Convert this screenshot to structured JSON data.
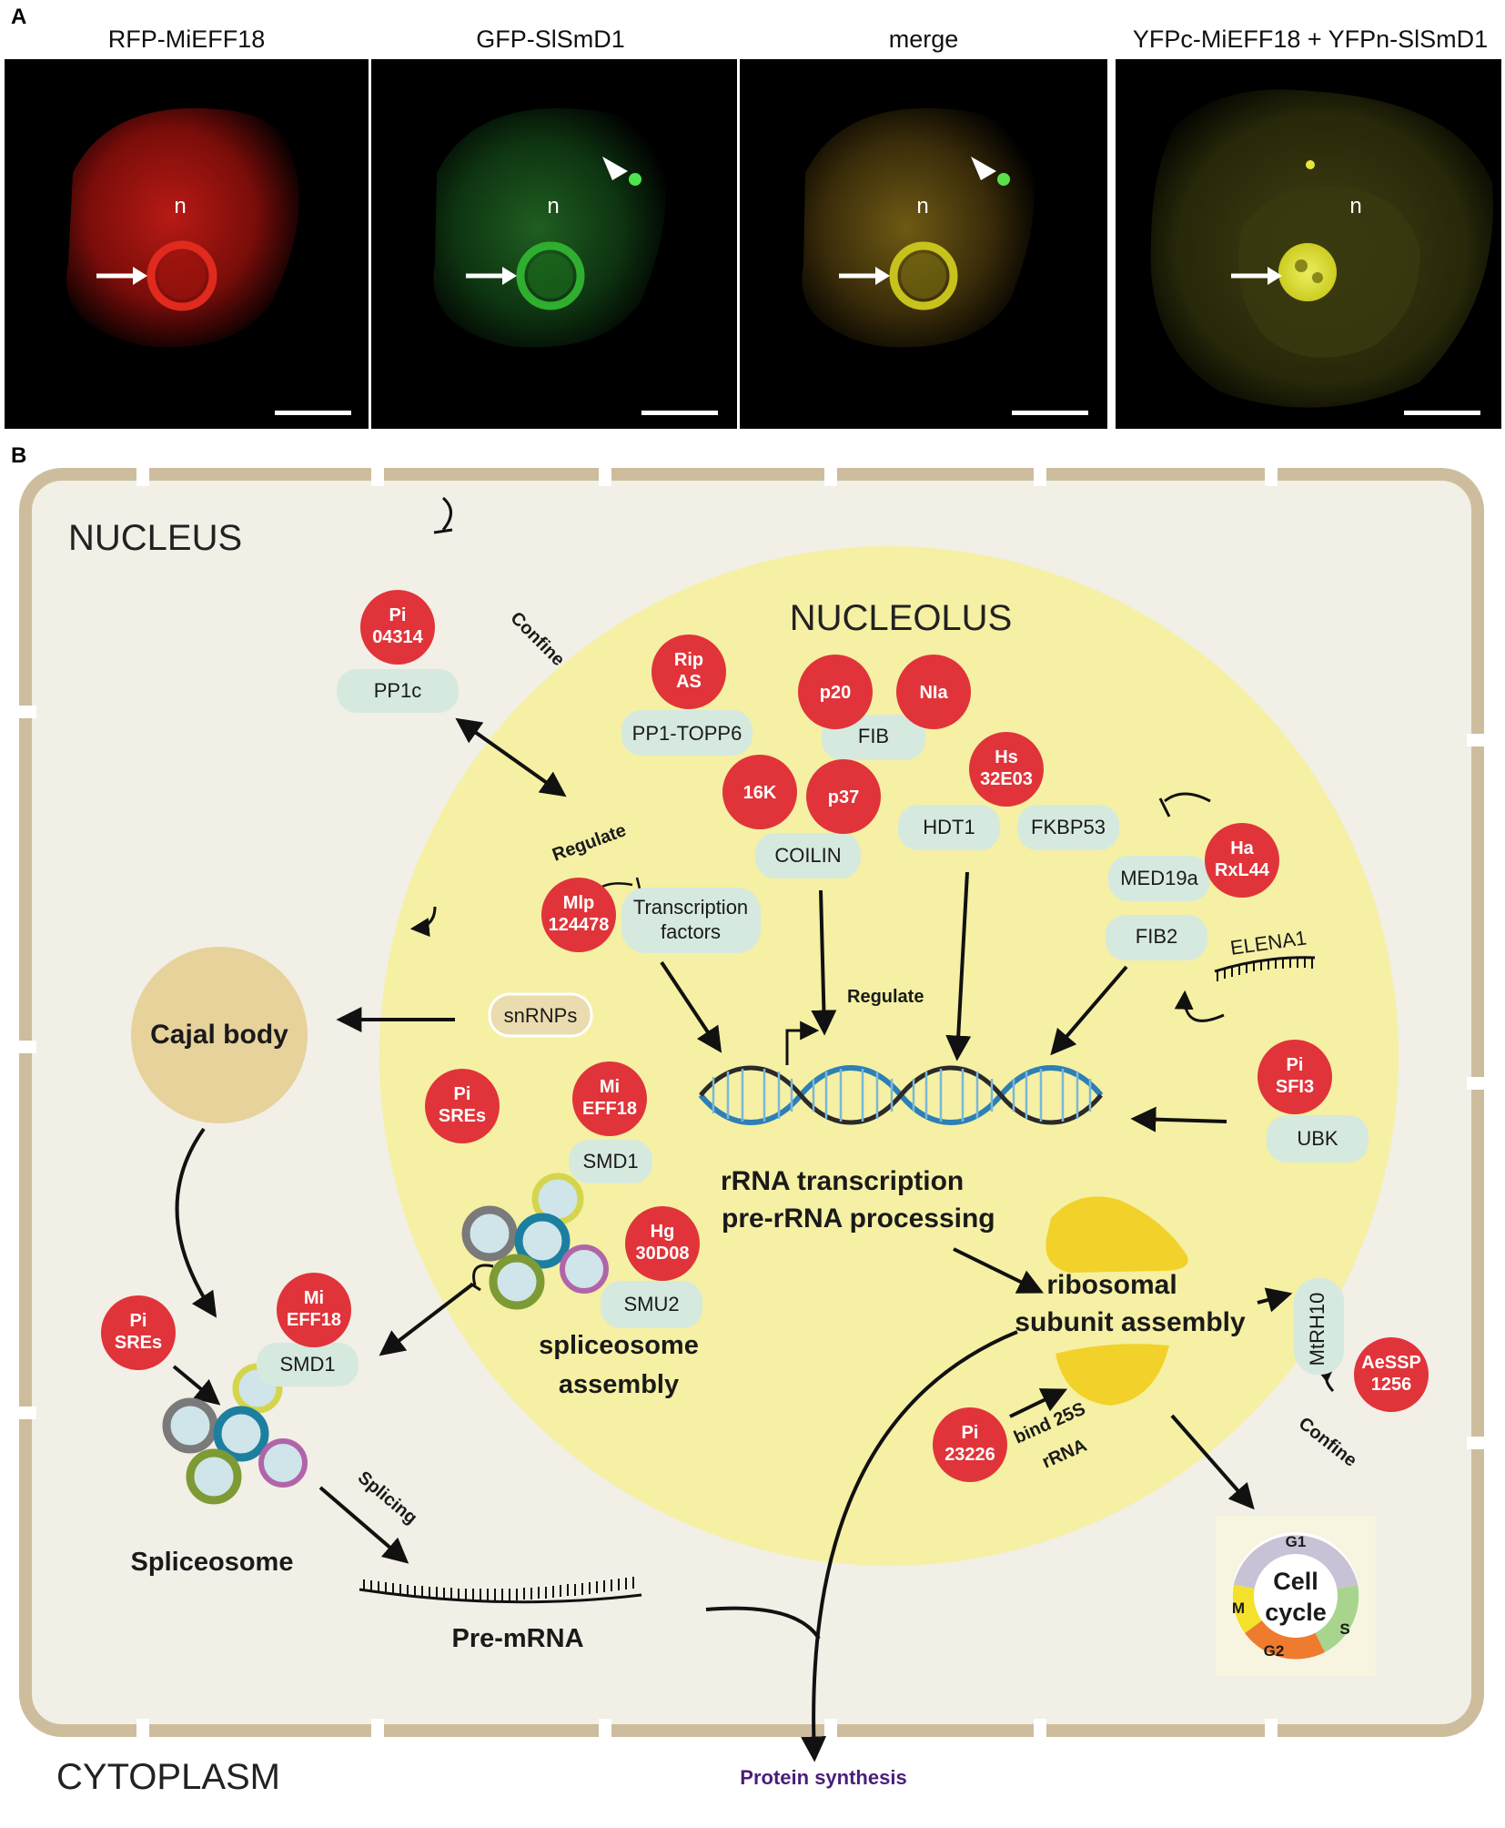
{
  "panel_a": {
    "letter": "A",
    "titles": [
      "RFP-MiEFF18",
      "GFP-SlSmD1",
      "merge",
      "YFPc-MiEFF18 + YFPn-SlSmD1"
    ],
    "nucleus_label": "n"
  },
  "panel_b": {
    "letter": "B",
    "nucleus": "NUCLEUS",
    "nucleolus": "NUCLEOLUS",
    "cytoplasm": "CYTOPLASM",
    "cajal_body": "Cajal body",
    "snrnps": "snRNPs",
    "boxes": {
      "pp1c": "PP1c",
      "pp1_topp6": "PP1-TOPP6",
      "fib": "FIB",
      "coilin": "COILIN",
      "hdt1": "HDT1",
      "fkbp53": "FKBP53",
      "med19a": "MED19a",
      "fib2": "FIB2",
      "tf_line1": "Transcription",
      "tf_line2": "factors",
      "smd1_a": "SMD1",
      "smd1_b": "SMD1",
      "smu2": "SMU2",
      "ubk": "UBK",
      "mtrh10": "MtRH10"
    },
    "effectors": {
      "pi04314": [
        "Pi",
        "04314"
      ],
      "ripas": [
        "Rip",
        "AS"
      ],
      "p20": [
        "p20"
      ],
      "nla": [
        "NIa"
      ],
      "k16": [
        "16K"
      ],
      "p37": [
        "p37"
      ],
      "hs32e03": [
        "Hs",
        "32E03"
      ],
      "harxl44": [
        "Ha",
        "RxL44"
      ],
      "mlp": [
        "Mlp",
        "124478"
      ],
      "pisfi3": [
        "Pi",
        "SFI3"
      ],
      "pisres_a": [
        "Pi",
        "SREs"
      ],
      "mieff18_a": [
        "Mi",
        "EFF18"
      ],
      "hg30d08": [
        "Hg",
        "30D08"
      ],
      "mieff18_b": [
        "Mi",
        "EFF18"
      ],
      "pisres_b": [
        "Pi",
        "SREs"
      ],
      "aessp1256": [
        "AeSSP",
        "1256"
      ],
      "pi23226": [
        "Pi",
        "23226"
      ]
    },
    "verbs": {
      "confine_top": "Confine",
      "regulate_tf": "Regulate",
      "regulate_center": "Regulate",
      "splicing": "Splicing",
      "confine_bottom": "Confine",
      "bind_line1": "bind 25S",
      "bind_line2": "rRNA"
    },
    "elena1": "ELENA1",
    "rrna_line1": "rRNA transcription",
    "rrna_line2": "pre-rRNA processing",
    "spliceosome_assembly_line1": "spliceosome",
    "spliceosome_assembly_line2": "assembly",
    "ribosomal_line1": "ribosomal",
    "ribosomal_line2": "subunit assembly",
    "spliceosome": "Spliceosome",
    "pre_mrna": "Pre-mRNA",
    "protein_synthesis": "Protein synthesis",
    "cell_cycle": {
      "line1": "Cell",
      "line2": "cycle",
      "phases": [
        "G1",
        "S",
        "G2",
        "M"
      ]
    }
  },
  "colors": {
    "effector": "#e0343a",
    "box": "#d6e9df",
    "nucleus_fill": "#f1efe6",
    "nucleus_border": "#cdbd9d",
    "nucleolus": "#f5f0a4",
    "cajal": "#e8d29b",
    "ribosome": "#f2d22a",
    "protein_text": "#4a1e7a"
  }
}
